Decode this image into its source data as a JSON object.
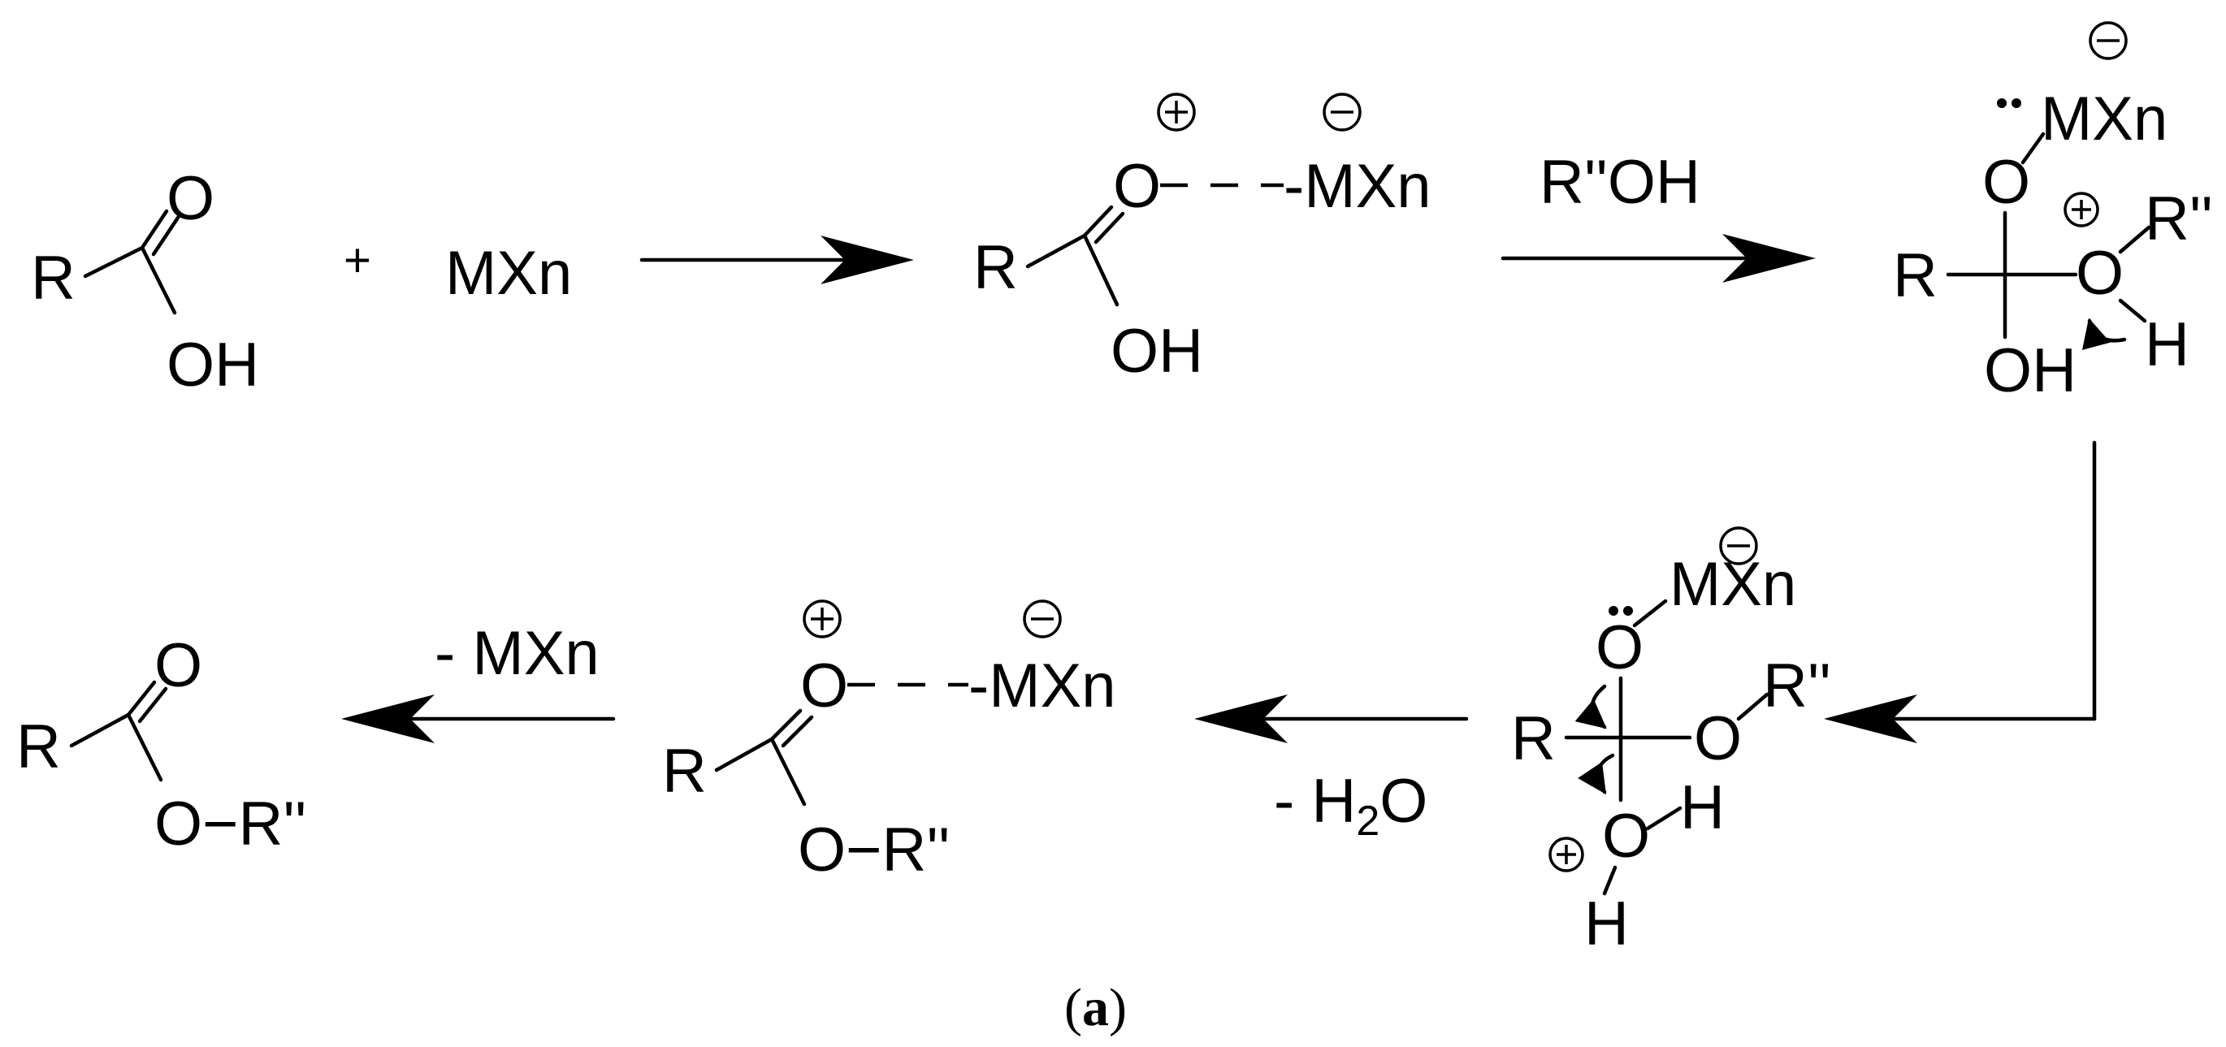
{
  "atoms": {
    "r": "R",
    "o": "O",
    "oh": "OH",
    "h": "H",
    "rpp": "R''",
    "mxn": "MXn",
    "mxn_bond": "-MXn",
    "o_rpp": "O−R''",
    "plus": "+"
  },
  "conditions": {
    "step2": "R''OH",
    "step4_prefix": "- H",
    "step4_sub": "2",
    "step4_suffix": "O",
    "step5": "- MXn"
  },
  "caption": {
    "open": "(",
    "letter": "a",
    "close": ")"
  }
}
